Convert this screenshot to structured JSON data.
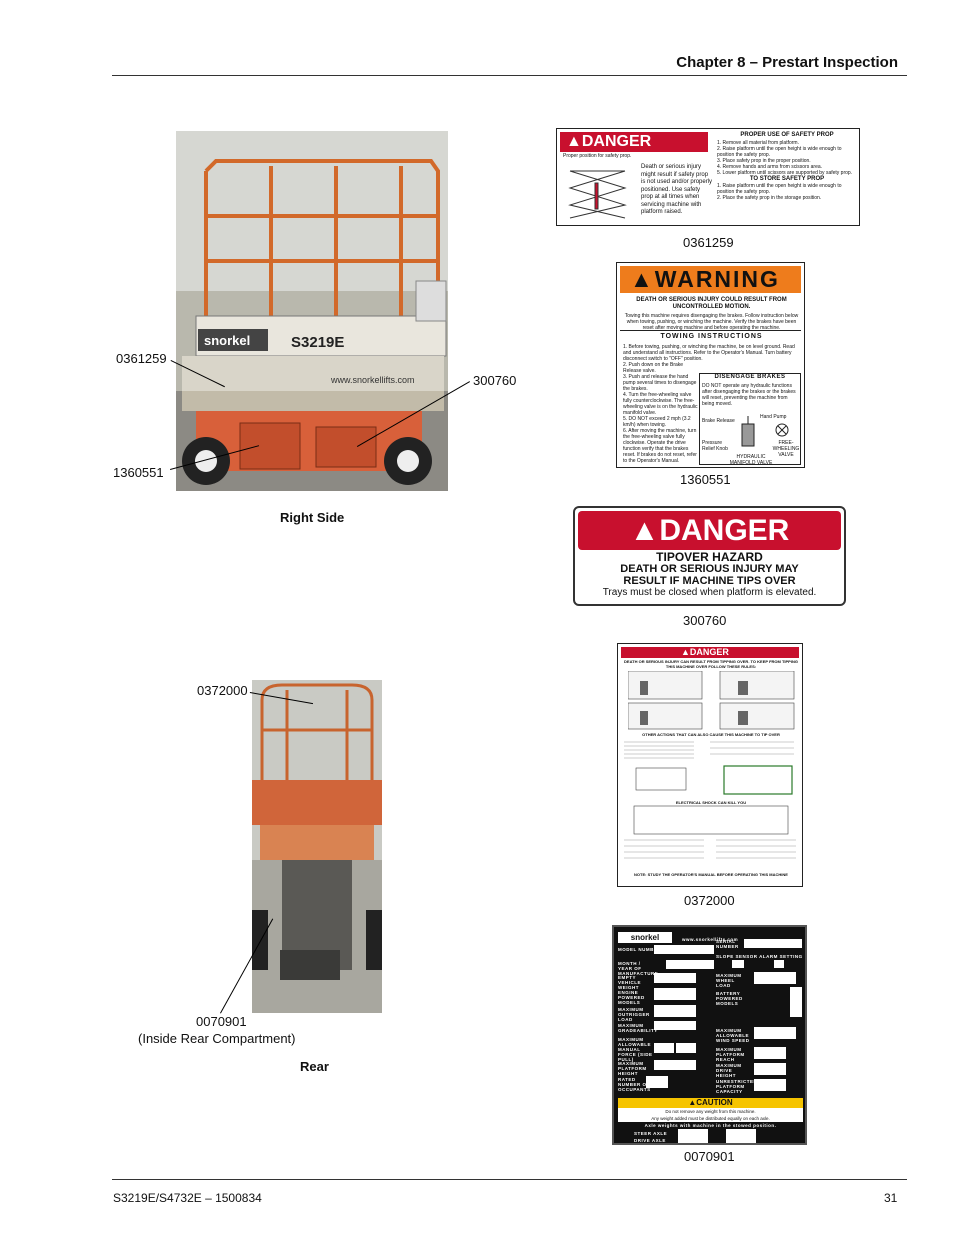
{
  "header": {
    "chapter_title": "Chapter 8 – Prestart Inspection"
  },
  "photos": {
    "right_side": {
      "caption": "Right Side",
      "callouts": [
        "0361259",
        "300760",
        "1360551"
      ],
      "brand": "snorkel",
      "model": "S3219E",
      "url": "www.snorkellifts.com"
    },
    "rear": {
      "caption": "Rear",
      "callouts": [
        "0372000",
        "0070901",
        "(Inside Rear Compartment)"
      ]
    }
  },
  "decals": {
    "d0361259": {
      "number": "0361259",
      "header": "DANGER",
      "sub": "Proper position for safety prop.",
      "body": "Death or serious injury might result if safety prop is not used and/or properly positioned. Use safety prop at all times when servicing machine with platform raised.",
      "title1": "PROPER USE OF SAFETY PROP",
      "steps1": [
        "1. Remove all material from platform.",
        "2. Raise platform until the open height is wide enough to position the safety prop.",
        "3. Place safety prop in the proper position.",
        "4. Remove hands and arms from scissors area.",
        "5. Lower platform until scissors are supported by safety prop."
      ],
      "title2": "TO STORE SAFETY PROP",
      "steps2": [
        "1. Raise platform until the open height is wide enough to position the safety prop.",
        "2. Place the safety prop in the storage position."
      ]
    },
    "d1360551": {
      "number": "1360551",
      "header": "WARNING",
      "lead": "DEATH OR SERIOUS INJURY COULD RESULT FROM UNCONTROLLED MOTION.",
      "intro": "Towing this machine requires disengaging the brakes. Follow instruction below when towing, pushing, or winching the machine. Verify the brakes have been reset after moving machine and before operating the machine.",
      "tow_title": "TOWING INSTRUCTIONS",
      "tow_steps": [
        "1. Before towing, pushing, or winching the machine, be on level ground. Read and understand all instructions. Refer to the Operator's Manual. Turn battery disconnect switch to \"OFF\" position.",
        "2. Push down on the Brake Release valve.",
        "3. Push and release the hand pump several times to disengage the brakes.",
        "4. Turn the free-wheeling valve fully counterclockwise. The free-wheeling valve is on the hydraulic manifold valve.",
        "5. DO NOT exceed 2 mph (3.2 km/h) when towing.",
        "6. After moving the machine, turn the free-wheeling valve fully clockwise. Operate the drive function verify that the brakes reset. If brakes do not reset, refer to the Operator's Manual."
      ],
      "dis_title": "DISENGAGE BRAKES",
      "dis_text": "DO NOT operate any hydraulic functions after disengaging the brakes or the brakes will reset, preventing the machine from being moved.",
      "parts": [
        "Brake Release",
        "Hand Pump",
        "Pressure Relief Knob",
        "HYDRAULIC MANIFOLD VALVE",
        "FREE-WHEELING VALVE"
      ]
    },
    "d300760": {
      "number": "300760",
      "header": "DANGER",
      "title": "TIPOVER HAZARD",
      "line1": "DEATH OR SERIOUS INJURY MAY",
      "line2": "RESULT IF MACHINE TIPS OVER",
      "line3": "Trays must be closed when platform is elevated."
    },
    "d0372000": {
      "number": "0372000",
      "header": "DANGER",
      "lead": "DEATH OR SERIOUS INJURY CAN RESULT FROM TIPPING OVER. TO KEEP FROM TIPPING THIS MACHINE OVER FOLLOW THESE RULES:",
      "other": "OTHER ACTIONS THAT CAN ALSO CAUSE THIS MACHINE TO TIP OVER",
      "elec": "ELECTRICAL SHOCK CAN KILL YOU",
      "note": "NOTE: STUDY THE OPERATOR'S MANUAL BEFORE OPERATING THIS MACHINE"
    },
    "d0070901": {
      "number": "0070901",
      "brand": "snorkel",
      "url": "www.snorkellifts.com",
      "left_fields": [
        "MODEL NUMBER",
        "MONTH / YEAR OF MANUFACTURE",
        "EMPTY VEHICLE WEIGHT",
        "ENGINE POWERED MODELS",
        "MAXIMUM OUTRIGGER LOAD",
        "MAXIMUM GRADEABILITY",
        "MAXIMUM ALLOWABLE MANUAL FORCE (SIDE PULL)",
        "MAXIMUM PLATFORM HEIGHT",
        "RATED NUMBER OF OCCUPANTS"
      ],
      "right_fields": [
        "SERIAL NUMBER",
        "SLOPE SENSOR ALARM SETTING",
        "MAXIMUM WHEEL LOAD",
        "BATTERY POWERED MODELS",
        "MAXIMUM ALLOWABLE WIND SPEED",
        "MAXIMUM PLATFORM REACH",
        "MAXIMUM DRIVE HEIGHT",
        "UNRESTRICTED PLATFORM CAPACITY"
      ],
      "caution": "CAUTION",
      "caution_text1": "Do not remove any weight from this machine.",
      "caution_text2": "Any weight added must be distributed equally on each axle.",
      "axle_note": "Axle weights with machine in the stowed position.",
      "axles": [
        "STEER AXLE",
        "DRIVE AXLE"
      ]
    }
  },
  "footer": {
    "left": "S3219E/S4732E – 1500834",
    "page": "31"
  }
}
